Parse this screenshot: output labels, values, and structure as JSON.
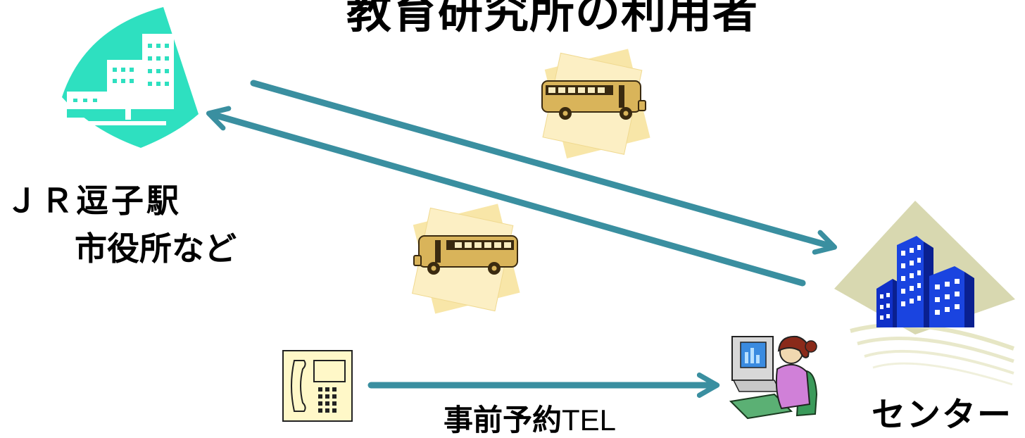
{
  "title": "教育研究所の利用者",
  "station": {
    "line1": "ＪＲ逗子駅",
    "line2": "市役所など"
  },
  "center_label": "センター",
  "reservation": {
    "main": "事前予約",
    "suffix": "TEL"
  },
  "icons": {
    "station": "station-building-icon",
    "center": "office-building-icon",
    "bus": "school-bus-icon",
    "phone": "telephone-icon",
    "operator": "operator-at-computer-icon"
  },
  "colors": {
    "arrow": "#3a8fa0",
    "station_building": "#2ee0c0",
    "center_building": "#1a44e0",
    "bus_body": "#d9b45a",
    "note_paper": "#f8e6a8"
  }
}
